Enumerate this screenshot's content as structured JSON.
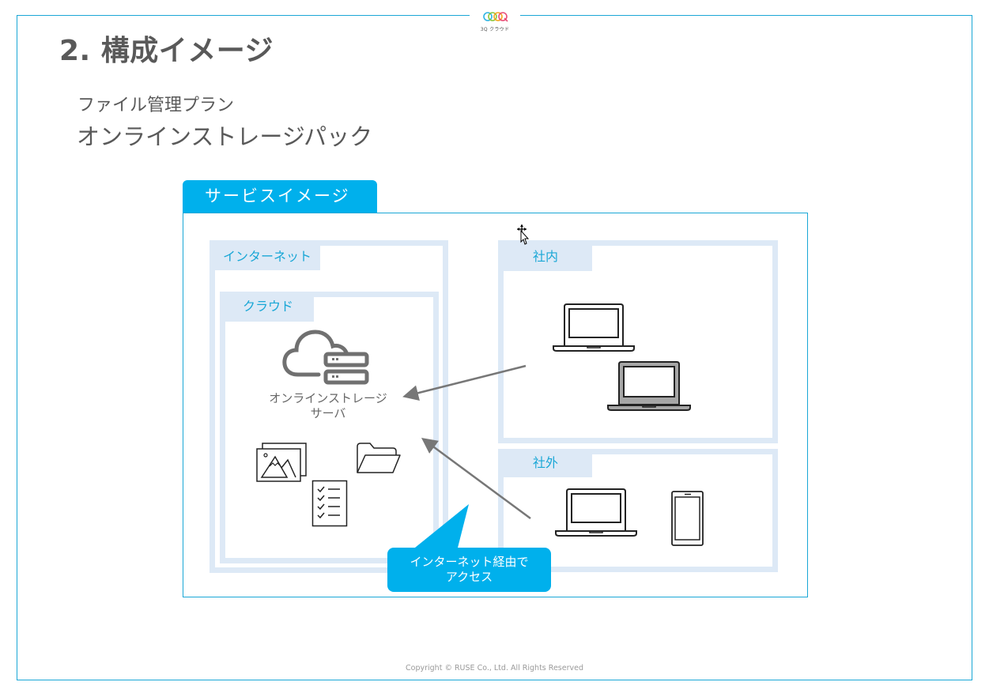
{
  "logo": {
    "text": "3Q クラウド",
    "colors": [
      "#2fb4e3",
      "#f6a623",
      "#8cc63f",
      "#e94e77"
    ]
  },
  "header": {
    "title": "2. 構成イメージ",
    "plan_label": "ファイル管理プラン",
    "plan_name": "オンラインストレージパック"
  },
  "diagram": {
    "service_tab": "サービスイメージ",
    "zones": {
      "internet": "インターネット",
      "cloud": "クラウド",
      "office": "社内",
      "outside": "社外"
    },
    "server_label_line1": "オンラインストレージ",
    "server_label_line2": "サーバ",
    "callout_line1": "インターネット経由で",
    "callout_line2": "アクセス",
    "icons": [
      "cloud-server-icon",
      "images-icon",
      "folder-icon",
      "checklist-icon",
      "laptop-icon",
      "laptop-icon",
      "laptop-icon",
      "smartphone-icon"
    ]
  },
  "colors": {
    "accent": "#00b0ec",
    "frame": "#1aa7d6",
    "zone": "#dde9f6",
    "text": "#595959"
  },
  "footer": {
    "copyright": "Copyright © RUSE Co., Ltd. All Rights Reserved"
  }
}
